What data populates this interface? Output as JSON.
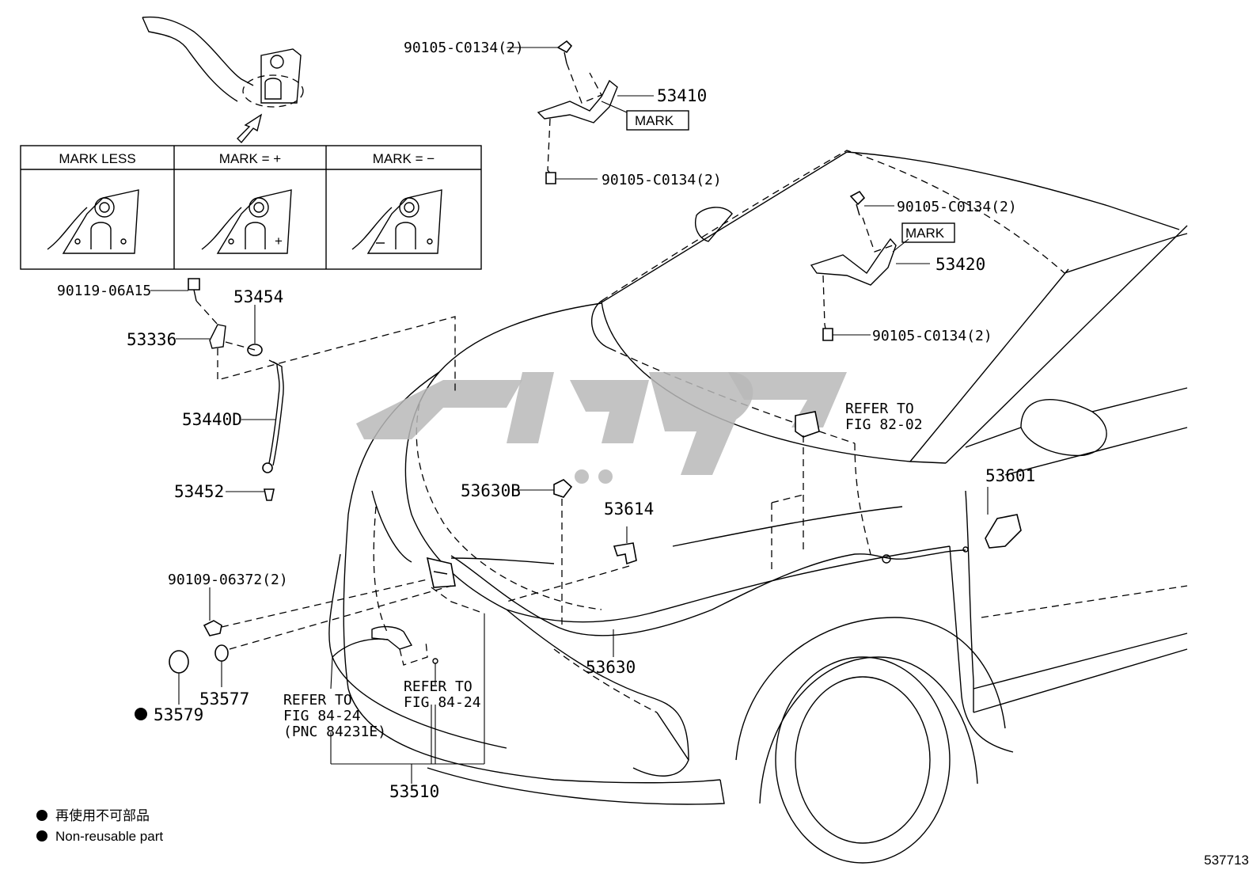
{
  "parts": {
    "p53410": "53410",
    "p53420": "53420",
    "p53454": "53454",
    "p53336": "53336",
    "p53440d": "53440D",
    "p53452": "53452",
    "p53630b": "53630B",
    "p53614": "53614",
    "p53601": "53601",
    "p53630": "53630",
    "p53577": "53577",
    "p53579": "53579",
    "p53510": "53510",
    "bolt_90105_a": "90105-C0134(2)",
    "bolt_90105_b": "90105-C0134(2)",
    "bolt_90105_c": "90105-C0134(2)",
    "bolt_90105_d": "90105-C0134(2)",
    "bolt_90119": "90119-06A15",
    "bolt_90109": "90109-06372(2)"
  },
  "mark_labels": {
    "mark_1": "MARK",
    "mark_2": "MARK"
  },
  "mark_table": {
    "col1": "MARK LESS",
    "col2": "MARK = +",
    "col3": "MARK = −"
  },
  "refs": {
    "ref_82_line1": "REFER TO",
    "ref_82_line2": "FIG 82-02",
    "ref_84_a_line1": "REFER TO",
    "ref_84_a_line2": "FIG 84-24",
    "ref_84_a_line3": "(PNC 84231E)",
    "ref_84_b_line1": "REFER TO",
    "ref_84_b_line2": "FIG 84-24"
  },
  "legend": {
    "item1": "再使用不可部品",
    "item2": "Non-reusable part"
  },
  "figure_number": "537713",
  "watermark_text": "كيبي"
}
